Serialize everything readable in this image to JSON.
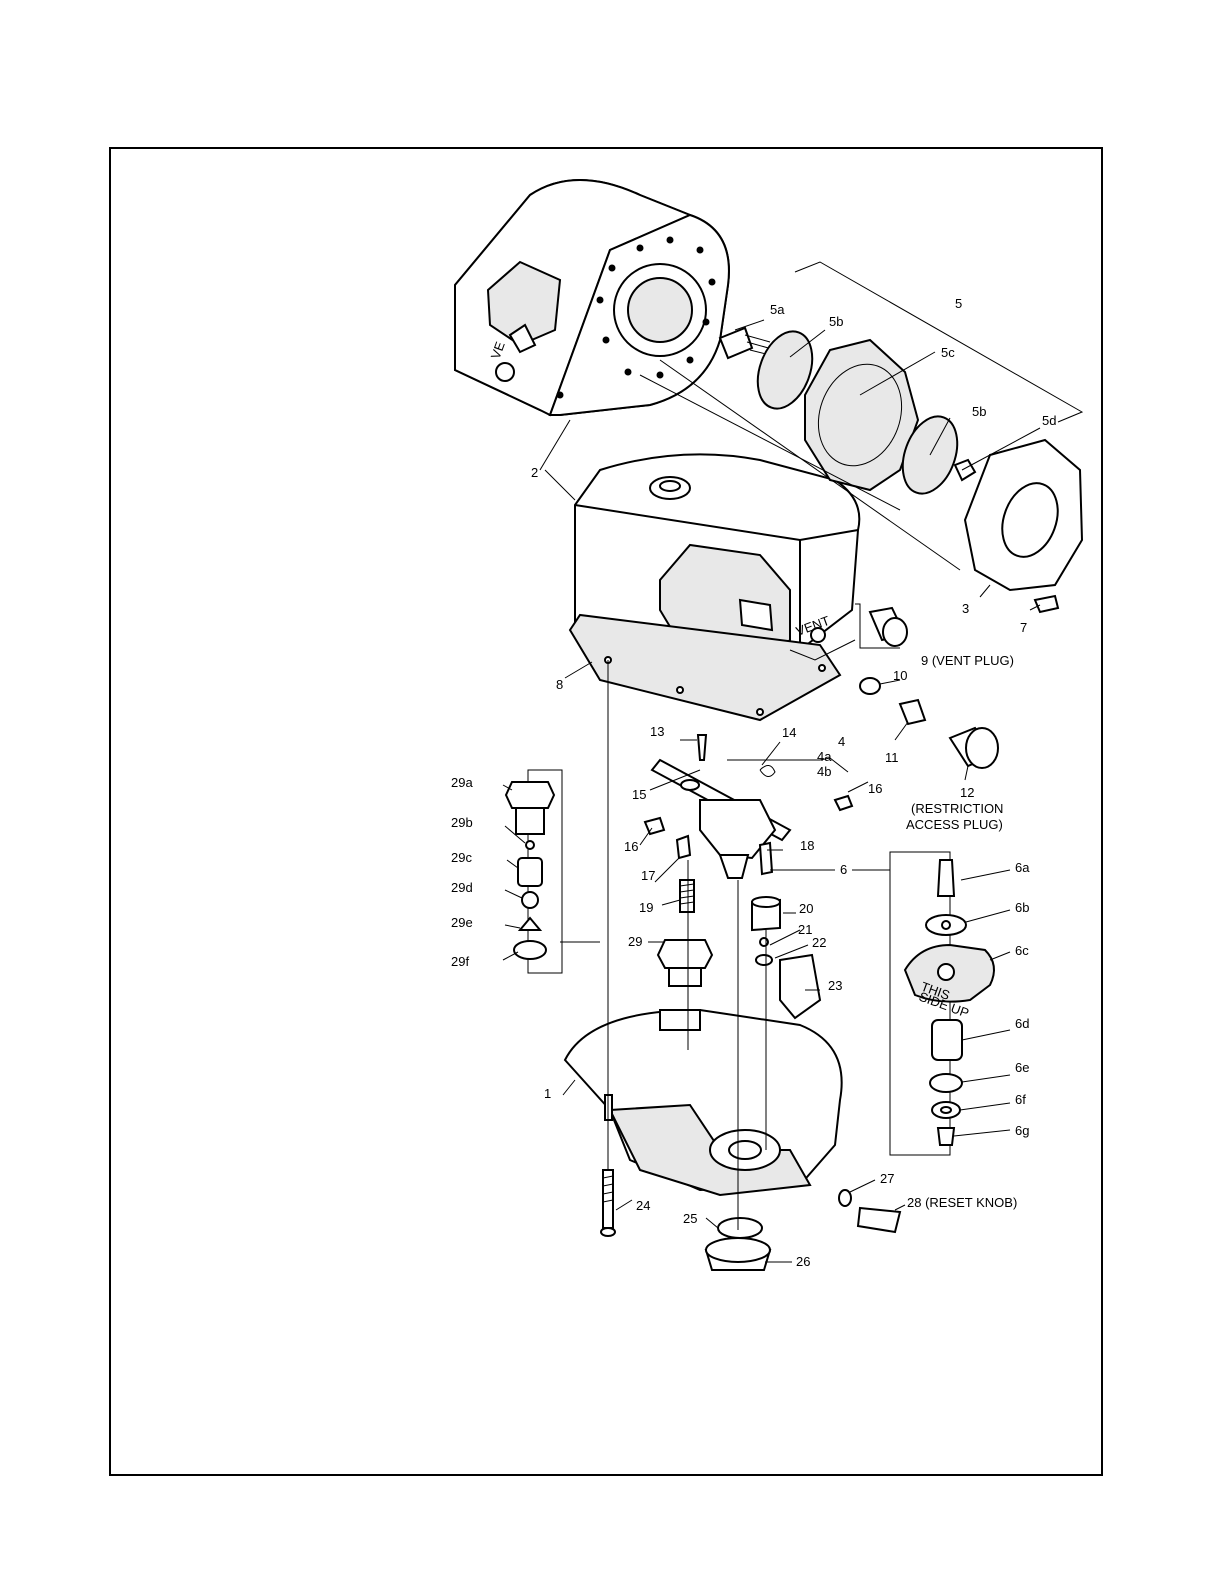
{
  "callouts": [
    {
      "id": "c1",
      "text": "1"
    },
    {
      "id": "c2",
      "text": "2"
    },
    {
      "id": "c3",
      "text": "3"
    },
    {
      "id": "c4",
      "text": "4"
    },
    {
      "id": "c4a",
      "text": "4a"
    },
    {
      "id": "c4b",
      "text": "4b"
    },
    {
      "id": "c5",
      "text": "5"
    },
    {
      "id": "c5a",
      "text": "5a"
    },
    {
      "id": "c5b1",
      "text": "5b"
    },
    {
      "id": "c5b2",
      "text": "5b"
    },
    {
      "id": "c5c",
      "text": "5c"
    },
    {
      "id": "c5d",
      "text": "5d"
    },
    {
      "id": "c6",
      "text": "6"
    },
    {
      "id": "c6a",
      "text": "6a"
    },
    {
      "id": "c6b",
      "text": "6b"
    },
    {
      "id": "c6c",
      "text": "6c"
    },
    {
      "id": "c6d",
      "text": "6d"
    },
    {
      "id": "c6e",
      "text": "6e"
    },
    {
      "id": "c6f",
      "text": "6f"
    },
    {
      "id": "c6g",
      "text": "6g"
    },
    {
      "id": "c7",
      "text": "7"
    },
    {
      "id": "c8",
      "text": "8"
    },
    {
      "id": "c9",
      "text": "9 (VENT PLUG)"
    },
    {
      "id": "c10",
      "text": "10"
    },
    {
      "id": "c11",
      "text": "11"
    },
    {
      "id": "c12",
      "text": "12"
    },
    {
      "id": "c12b",
      "text": "(RESTRICTION"
    },
    {
      "id": "c12c",
      "text": "ACCESS PLUG)"
    },
    {
      "id": "c13",
      "text": "13"
    },
    {
      "id": "c14",
      "text": "14"
    },
    {
      "id": "c15",
      "text": "15"
    },
    {
      "id": "c16a",
      "text": "16"
    },
    {
      "id": "c16b",
      "text": "16"
    },
    {
      "id": "c17",
      "text": "17"
    },
    {
      "id": "c18",
      "text": "18"
    },
    {
      "id": "c19",
      "text": "19"
    },
    {
      "id": "c20",
      "text": "20"
    },
    {
      "id": "c21",
      "text": "21"
    },
    {
      "id": "c22",
      "text": "22"
    },
    {
      "id": "c23",
      "text": "23"
    },
    {
      "id": "c24",
      "text": "24"
    },
    {
      "id": "c25",
      "text": "25"
    },
    {
      "id": "c26",
      "text": "26"
    },
    {
      "id": "c27",
      "text": "27"
    },
    {
      "id": "c28",
      "text": "28 (RESET KNOB)"
    },
    {
      "id": "c29",
      "text": "29"
    },
    {
      "id": "c29a",
      "text": "29a"
    },
    {
      "id": "c29b",
      "text": "29b"
    },
    {
      "id": "c29c",
      "text": "29c"
    },
    {
      "id": "c29d",
      "text": "29d"
    },
    {
      "id": "c29e",
      "text": "29e"
    },
    {
      "id": "c29f",
      "text": "29f"
    }
  ],
  "stamps": {
    "vent": "VENT",
    "ve": "VE",
    "side_up_1": "THIS",
    "side_up_2": "SIDE UP"
  }
}
